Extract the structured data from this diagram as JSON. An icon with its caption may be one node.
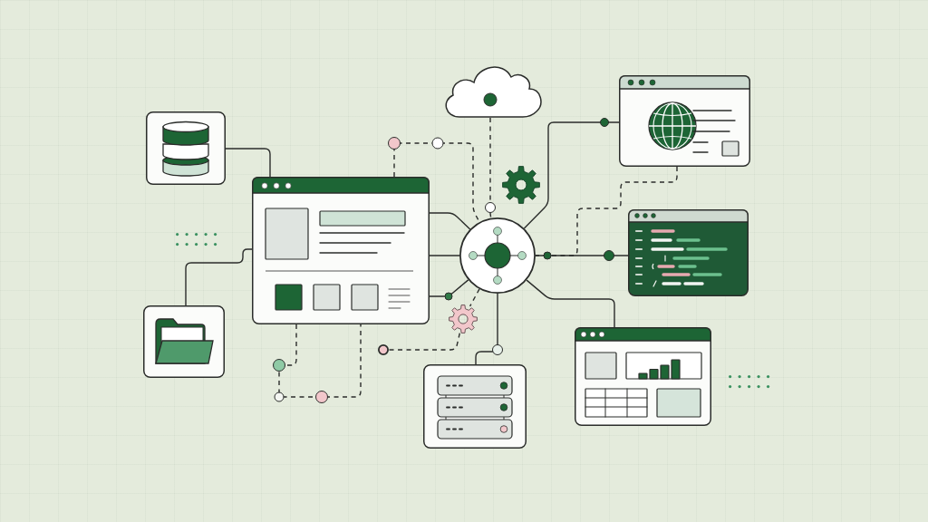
{
  "diagram": {
    "nodes": [
      {
        "text": [],
        "shape": "picture"
      },
      {
        "text": [],
        "shape": "picture"
      },
      {
        "text": [],
        "shape": "picture"
      },
      {
        "text": [],
        "shape": "cloud"
      },
      {
        "text": [],
        "shape": "circle"
      },
      {
        "text": [],
        "shape": "picture"
      },
      {
        "text": [],
        "shape": "picture"
      },
      {
        "text": [],
        "shape": "picture"
      },
      {
        "text": [],
        "shape": "picture"
      },
      {
        "text": [],
        "shape": "gear"
      },
      {
        "text": [],
        "shape": "circle"
      }
    ],
    "edges": [
      {
        "from": 0,
        "to": 1,
        "arrow": "none"
      },
      {
        "from": 1,
        "to": 2,
        "arrow": "none"
      },
      {
        "from": 1,
        "to": 4,
        "arrow": "none",
        "style": "dashed"
      },
      {
        "from": 3,
        "to": 4,
        "arrow": "none",
        "style": "dashed"
      },
      {
        "from": 1,
        "to": 4,
        "arrow": "none"
      },
      {
        "from": 1,
        "to": 4,
        "arrow": "none"
      },
      {
        "from": 1,
        "to": 4,
        "arrow": "none"
      },
      {
        "from": 4,
        "to": 5,
        "arrow": "none"
      },
      {
        "from": 5,
        "to": 4,
        "arrow": "none",
        "style": "dashed"
      },
      {
        "from": 4,
        "to": 6,
        "arrow": "none"
      },
      {
        "from": 4,
        "to": 7,
        "arrow": "none"
      },
      {
        "from": 4,
        "to": 8,
        "arrow": "none"
      },
      {
        "from": 4,
        "to": 9,
        "arrow": "none",
        "style": "dashed"
      },
      {
        "from": 9,
        "to": 10,
        "arrow": "none",
        "style": "dashed"
      },
      {
        "from": 1,
        "to": 1,
        "arrow": "none",
        "style": "dashed"
      }
    ]
  }
}
